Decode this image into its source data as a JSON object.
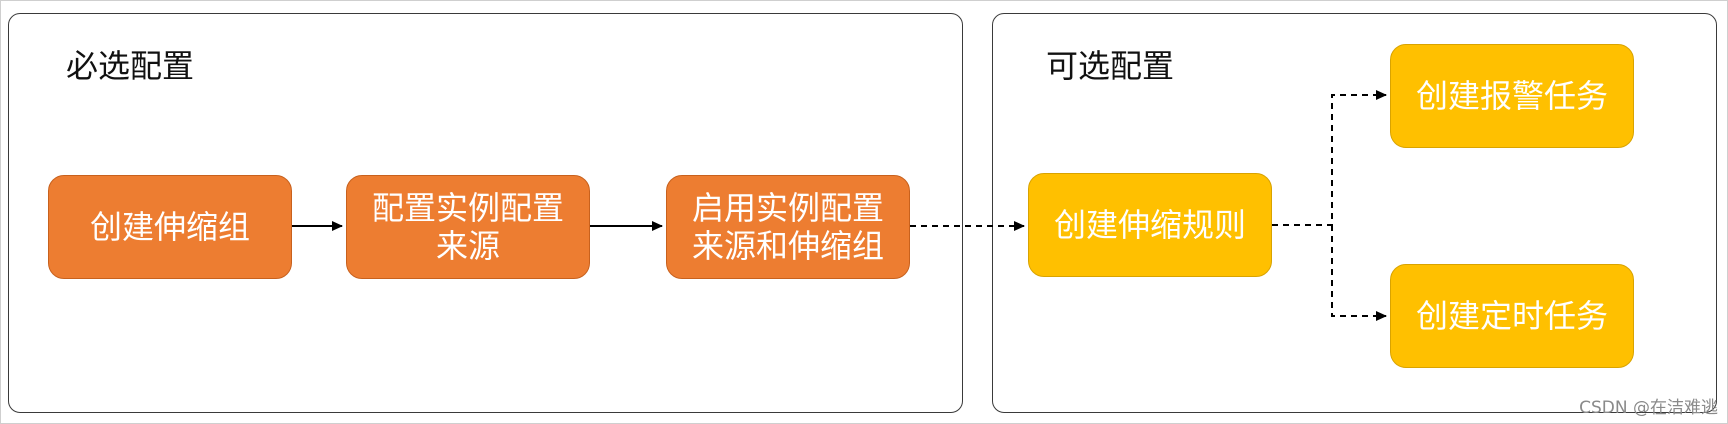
{
  "panels": {
    "required": {
      "title": "必选配置"
    },
    "optional": {
      "title": "可选配置"
    }
  },
  "nodes": {
    "create_scaling_group": {
      "line1": "创建伸缩组",
      "line2": ""
    },
    "configure_instance_source": {
      "line1": "配置实例配置",
      "line2": "来源"
    },
    "enable_source_and_group": {
      "line1": "启用实例配置",
      "line2": "来源和伸缩组"
    },
    "create_scaling_rule": {
      "line1": "创建伸缩规则",
      "line2": ""
    },
    "create_alarm_task": {
      "line1": "创建报警任务",
      "line2": ""
    },
    "create_scheduled_task": {
      "line1": "创建定时任务",
      "line2": ""
    }
  },
  "edges": [
    {
      "from": "create_scaling_group",
      "to": "configure_instance_source",
      "style": "solid"
    },
    {
      "from": "configure_instance_source",
      "to": "enable_source_and_group",
      "style": "solid"
    },
    {
      "from": "enable_source_and_group",
      "to": "create_scaling_rule",
      "style": "dashed"
    },
    {
      "from": "create_scaling_rule",
      "to": "create_alarm_task",
      "style": "dashed"
    },
    {
      "from": "create_scaling_rule",
      "to": "create_scheduled_task",
      "style": "dashed"
    }
  ],
  "colors": {
    "required_node": "#ed7d31",
    "optional_node": "#ffc000",
    "edge": "#000000"
  },
  "watermark": "CSDN @在洁难逃"
}
